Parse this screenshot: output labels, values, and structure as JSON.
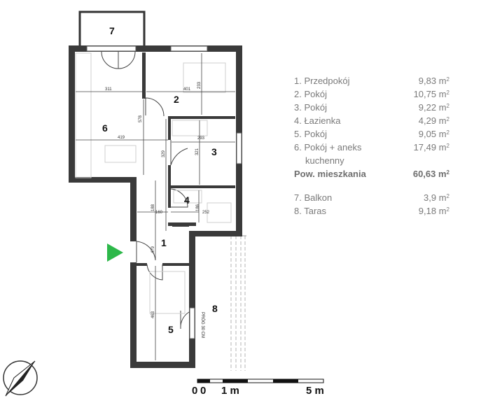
{
  "rooms": {
    "r1": "1",
    "r2": "2",
    "r3": "3",
    "r4": "4",
    "r5": "5",
    "r6": "6",
    "r7": "7",
    "r8": "8"
  },
  "dimensions": {
    "d311": "311",
    "d401": "401",
    "d233": "233",
    "d578": "578",
    "d419": "419",
    "d293": "293",
    "d329": "329",
    "d321": "321",
    "d188": "188",
    "d160": "160",
    "d252": "252",
    "d186": "186",
    "d479": "479",
    "d463": "463"
  },
  "threshold_note": "PRÓG 30 CM",
  "scale": {
    "zero": "0",
    "one": "1 m",
    "five": "5 m"
  },
  "colors": {
    "wall": "#3a3a3a",
    "entry_arrow": "#2db84a",
    "terrace_dash": "#b5b5b5"
  },
  "icons": {
    "entry": "entry-arrow-icon",
    "north": "north-arrow-icon"
  },
  "legend": {
    "items": [
      {
        "name": "1. Przedpokój",
        "area": "9,83 m",
        "unit": "2"
      },
      {
        "name": "2. Pokój",
        "area": "10,75 m",
        "unit": "2"
      },
      {
        "name": "3. Pokój",
        "area": "9,22 m",
        "unit": "2"
      },
      {
        "name": "4. Łazienka",
        "area": "4,29 m",
        "unit": "2"
      },
      {
        "name": "5. Pokój",
        "area": "9,05 m",
        "unit": "2"
      },
      {
        "name": "6. Pokój + aneks",
        "name_cont": "kuchenny",
        "area": "17,49 m",
        "unit": "2"
      }
    ],
    "total": {
      "name": "Pow. mieszkania",
      "area": "60,63 m",
      "unit": "2"
    },
    "outdoor": [
      {
        "name": "7. Balkon",
        "area": "3,9 m",
        "unit": "2"
      },
      {
        "name": "8. Taras",
        "area": "9,18 m",
        "unit": "2"
      }
    ]
  }
}
